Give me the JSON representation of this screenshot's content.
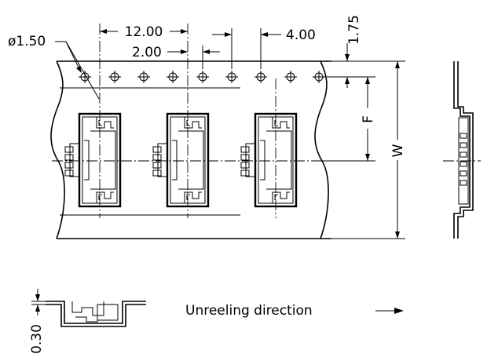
{
  "dimensions": {
    "pitch_pocket": "12.00",
    "hole_pitch": "4.00",
    "hole_to_pocket": "2.00",
    "hole_diameter": "ø1.50",
    "hole_edge": "1.75",
    "pocket_offset": "F",
    "tape_width": "W",
    "thickness": "0.30"
  },
  "labels": {
    "direction": "Unreeling direction"
  },
  "colors": {
    "line": "#000000",
    "background": "#ffffff"
  },
  "icons": {
    "direction_arrow": "arrow-right-icon",
    "sprocket_hole": "crosshair-circle-icon"
  }
}
